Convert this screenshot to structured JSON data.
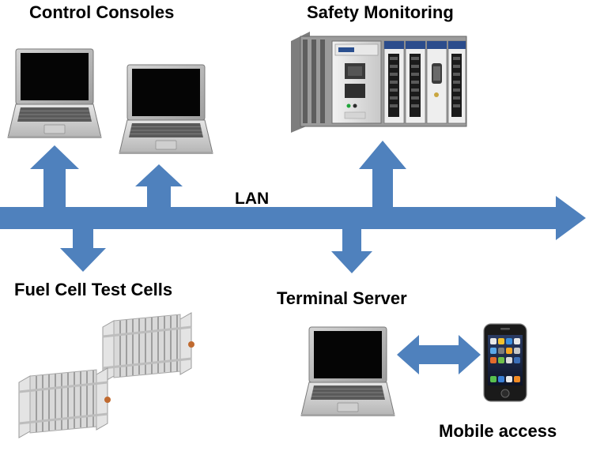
{
  "labels": {
    "control_consoles": "Control Consoles",
    "safety_monitoring": "Safety Monitoring",
    "lan": "LAN",
    "fuel_cell_test_cells": "Fuel Cell Test Cells",
    "terminal_server": "Terminal Server",
    "mobile_access": "Mobile access"
  },
  "colors": {
    "arrow": "#4f81bd",
    "text": "#000000"
  },
  "icons": [
    "laptop-icon",
    "daq-chassis-icon",
    "fuel-cell-stack-icon",
    "smartphone-icon"
  ]
}
